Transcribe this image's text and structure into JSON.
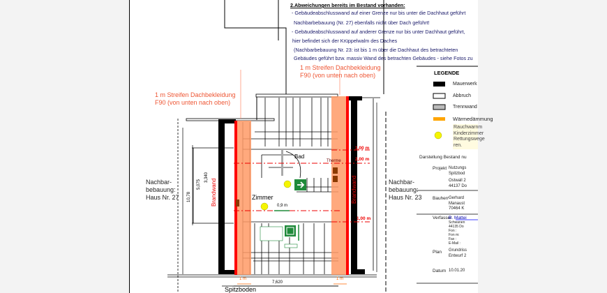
{
  "notes": {
    "heading": "2.Abweichungen bereits im Bestand vorhanden:",
    "lines": [
      "- Gebäudeabschlusswand auf einer Grenze nur bis unter die Dachhaut geführt",
      "  Nachbarbebauung (Nr. 27) ebenfalls nicht über Dach geführt!",
      "- Gebäudeabschlusswand auf anderer Grenze nur bis unter Dachhaut geführt,",
      "  hier befindet sich der Krüppelwalm des Daches",
      "  (Nachbarbebauung Nr. 23: ist bis 1 m über die Dachhaut des betrachteten",
      "  Gebäudes geführt bzw. massiv Wand des betrachten Gebäudes - siehe Fotos zu"
    ]
  },
  "annotations": {
    "strip_left_1": "1 m Streifen Dachbekleidung",
    "strip_left_2": "F90 (von unten nach oben)",
    "strip_right_1": "1 m Streifen Dachbekleidung",
    "strip_right_2": "F90 (von unten nach oben)",
    "neighbor_left": [
      "Nachbar-",
      "bebauung:",
      "Haus Nr. 27"
    ],
    "neighbor_right": [
      "Nachbar-",
      "bebauung:",
      "Haus Nr. 23"
    ],
    "room_bad": "Bad",
    "room_zimmer": "Zimmer",
    "therme": "Therme",
    "width_label": "0,9 m",
    "dim_1": "1,00 m",
    "dim_2": "2,00 m",
    "dim_3": "1,00 m",
    "dim_bottom": "7,620",
    "dim_left_a": "3,340",
    "dim_left_b": "5,075",
    "dim_left_c": "10,78",
    "strip_dim_left": "1 m",
    "strip_dim_right": "1 m",
    "brandwand": "Brandwand",
    "spitzboden": "Spitzboden"
  },
  "legend": {
    "title": "LEGENDE",
    "items": [
      "Mauerwerk",
      "Abbruch",
      "Trennwand",
      "Wärmedämmung"
    ],
    "smoke_note": [
      "Rauchwarnm",
      "Kinderzimmer",
      "Rettungswege",
      "ren."
    ],
    "subtitle": "Darstellung Bestand nu",
    "rows": [
      {
        "label": "Projekt",
        "value": [
          "Nutzungs",
          "Spitzbod",
          "Ostwall 2",
          "44137 Do"
        ]
      },
      {
        "label": "Bauherr",
        "value": [
          "Gerhard",
          "Manaust",
          "70464 K"
        ]
      },
      {
        "label": "Verfasser",
        "value": [
          "B. Mattei",
          "Schwanen",
          "44135 Do",
          "Fon :",
          "Fon m:",
          "Fax :",
          "E-Mail :"
        ]
      },
      {
        "label": "Plan",
        "value": [
          "Grundriss",
          "Entwurf 2"
        ]
      },
      {
        "label": "Datum",
        "value": [
          "10.01.20"
        ]
      }
    ]
  },
  "colors": {
    "red": "#ff0000",
    "orange": "#ff9a66",
    "note": "#1a1a6a",
    "exit": "#1f8a3a",
    "smoke": "#f5f500"
  }
}
